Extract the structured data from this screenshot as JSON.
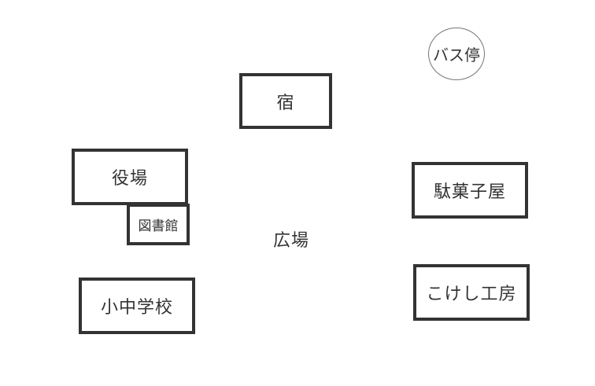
{
  "places": {
    "inn": "宿",
    "bus_stop": "バス停",
    "town_hall": "役場",
    "library": "図書館",
    "plaza": "広場",
    "candy_shop": "駄菓子屋",
    "school": "小中学校",
    "kokeshi_workshop": "こけし工房"
  }
}
